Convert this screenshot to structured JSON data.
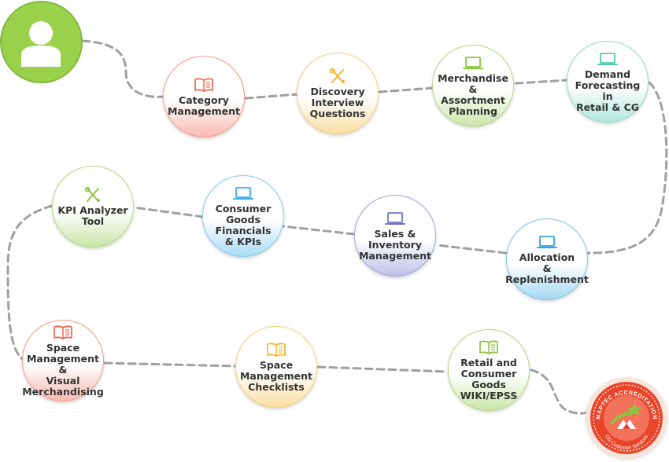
{
  "diagram": {
    "start_node": {
      "icon": "user-icon"
    },
    "nodes": [
      {
        "id": "category-management",
        "label": "Category\nManagement",
        "icon": "book-icon",
        "color": "#f06650"
      },
      {
        "id": "discovery-interview-questions",
        "label": "Discovery\nInterview\nQuestions",
        "icon": "tools-icon",
        "color": "#f7b531"
      },
      {
        "id": "merchandise-assortment-planning",
        "label": "Merchandise &\nAssortment\nPlanning",
        "icon": "laptop-icon",
        "color": "#8cc63f"
      },
      {
        "id": "demand-forecasting",
        "label": "Demand\nForecasting in\nRetail & CG",
        "icon": "laptop-icon",
        "color": "#53c9b0"
      },
      {
        "id": "allocation-replenishment",
        "label": "Allocation\n&\nReplenishment",
        "icon": "laptop-icon",
        "color": "#32a8e0"
      },
      {
        "id": "sales-inventory-management",
        "label": "Sales &\nInventory\nManagement",
        "icon": "laptop-icon",
        "color": "#6d74c9"
      },
      {
        "id": "consumer-goods-financials",
        "label": "Consumer\nGoods\nFinancials\n& KPIs",
        "icon": "laptop-icon",
        "color": "#42aee8"
      },
      {
        "id": "kpi-analyzer-tool",
        "label": "KPI Analyzer\nTool",
        "icon": "tools-icon",
        "color": "#8cc63f"
      },
      {
        "id": "space-management-visual",
        "label": "Space\nManagement &\nVisual\nMerchandising",
        "icon": "book-icon",
        "color": "#f06650"
      },
      {
        "id": "space-management-checklists",
        "label": "Space\nManagement\nChecklists",
        "icon": "book-icon",
        "color": "#f7b531"
      },
      {
        "id": "retail-cg-wiki",
        "label": "Retail and\nConsumer Goods\nWIKI/EPSS",
        "icon": "book-icon",
        "color": "#8cc63f"
      }
    ],
    "badge": {
      "top_text": "MAPTEC ACCREDITATION",
      "bottom_text": "CG Customer Services",
      "color": "#e8452a"
    }
  }
}
